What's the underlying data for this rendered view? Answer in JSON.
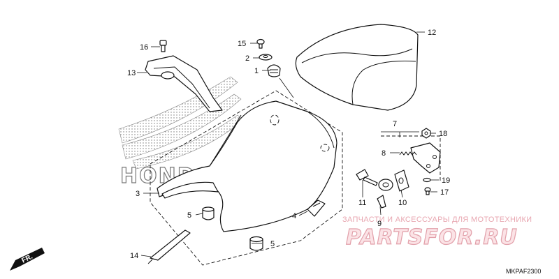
{
  "diagram": {
    "code": "MKPAF2300",
    "front_marker": "FR.",
    "background_logo": "HONDA",
    "watermark": {
      "line": "ЗАПЧАСТИ И АКСЕССУАРЫ ДЛЯ МОТОТЕХНИКИ",
      "brand": "PARTSFOR.RU"
    },
    "callouts": [
      {
        "id": "1",
        "label": "1"
      },
      {
        "id": "2",
        "label": "2"
      },
      {
        "id": "3",
        "label": "3"
      },
      {
        "id": "4",
        "label": "4"
      },
      {
        "id": "5a",
        "label": "5"
      },
      {
        "id": "5b",
        "label": "5"
      },
      {
        "id": "7",
        "label": "7"
      },
      {
        "id": "8",
        "label": "8"
      },
      {
        "id": "9",
        "label": "9"
      },
      {
        "id": "10",
        "label": "10"
      },
      {
        "id": "11",
        "label": "11"
      },
      {
        "id": "12",
        "label": "12"
      },
      {
        "id": "13",
        "label": "13"
      },
      {
        "id": "14",
        "label": "14"
      },
      {
        "id": "15",
        "label": "15"
      },
      {
        "id": "16",
        "label": "16"
      },
      {
        "id": "17",
        "label": "17"
      },
      {
        "id": "18",
        "label": "18"
      },
      {
        "id": "19",
        "label": "19"
      }
    ]
  }
}
